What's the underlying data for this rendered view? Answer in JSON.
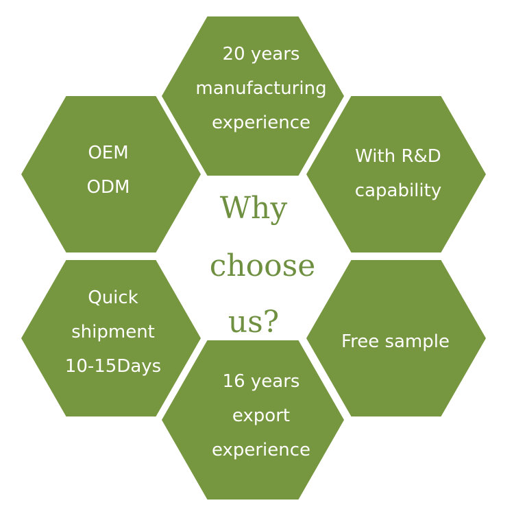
{
  "colors": {
    "hex_fill": "#76963f",
    "center_text": "#6f9040",
    "hex_text": "#ffffff",
    "background": "#ffffff"
  },
  "center": {
    "lines": [
      "Why",
      "choose",
      "us?"
    ]
  },
  "hexagons": [
    {
      "id": "top",
      "lines": [
        "20 years",
        "manufacturing",
        "experience"
      ]
    },
    {
      "id": "upper-left",
      "lines": [
        "OEM",
        "ODM"
      ]
    },
    {
      "id": "upper-right",
      "lines": [
        "With R&D",
        "capability"
      ]
    },
    {
      "id": "lower-left",
      "lines": [
        "Quick",
        "shipment",
        "10-15Days"
      ]
    },
    {
      "id": "lower-right",
      "lines": [
        "Free sample"
      ]
    },
    {
      "id": "bottom",
      "lines": [
        "16 years",
        "export",
        "experience"
      ]
    }
  ]
}
